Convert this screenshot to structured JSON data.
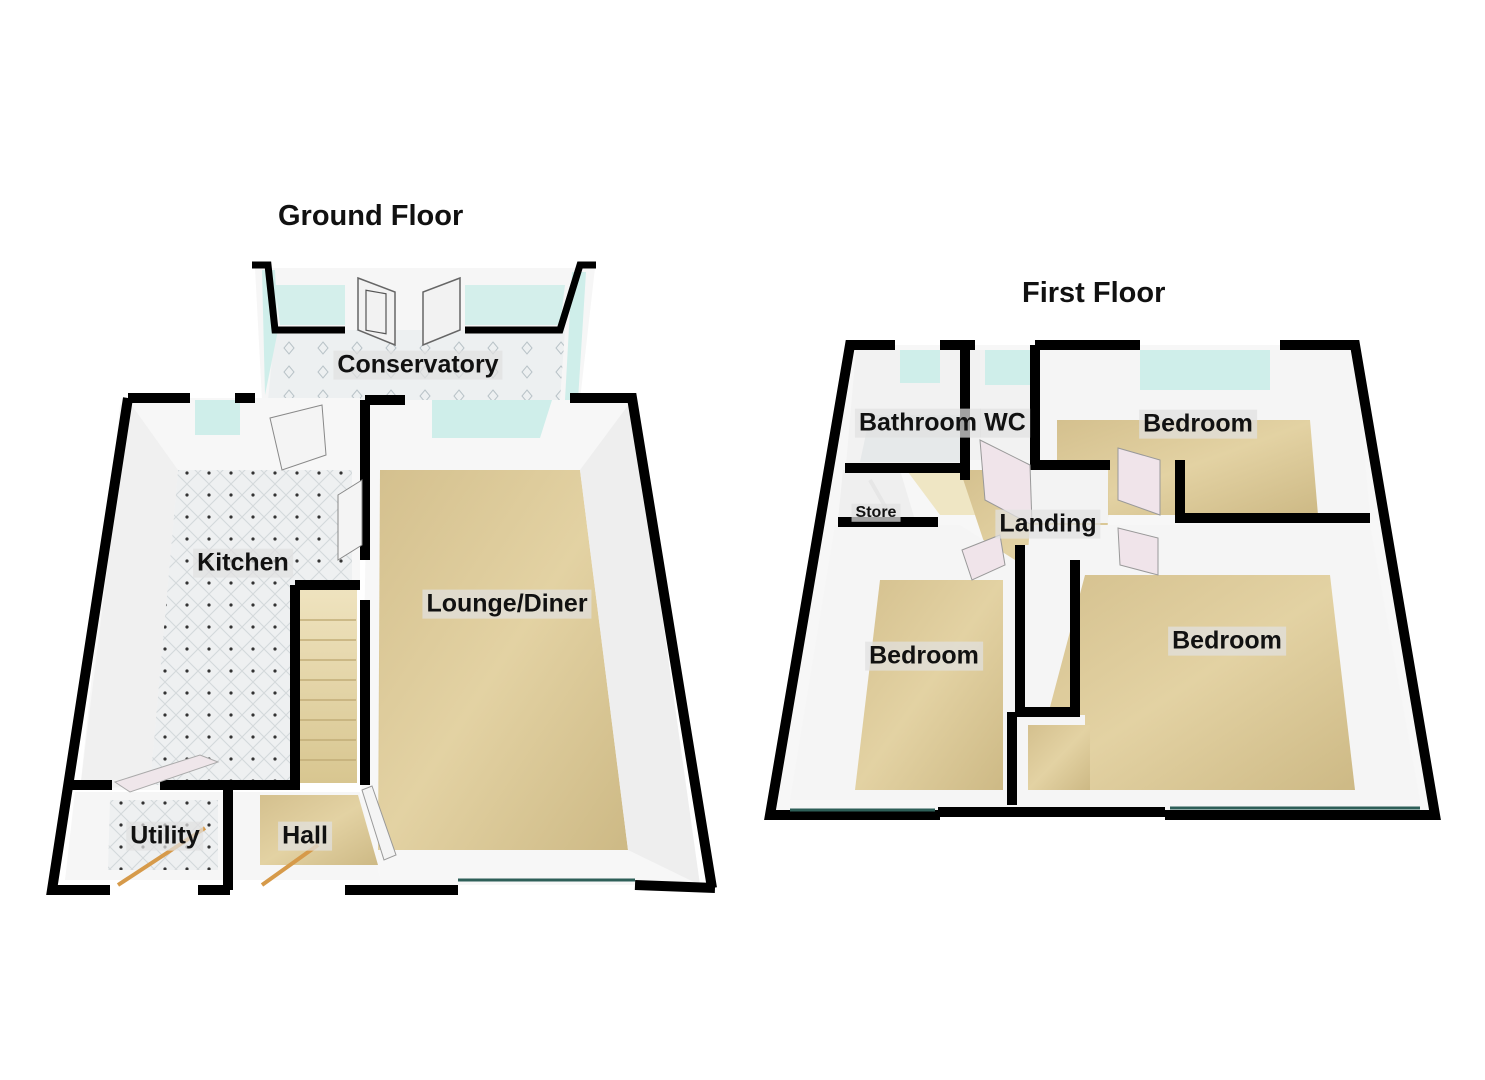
{
  "floors": [
    {
      "title": "Ground Floor",
      "rooms": [
        {
          "name": "Conservatory"
        },
        {
          "name": "Kitchen"
        },
        {
          "name": "Lounge/Diner"
        },
        {
          "name": "Utility"
        },
        {
          "name": "Hall"
        }
      ]
    },
    {
      "title": "First Floor",
      "rooms": [
        {
          "name": "Bathroom"
        },
        {
          "name": "WC"
        },
        {
          "name": "Bedroom"
        },
        {
          "name": "Store"
        },
        {
          "name": "Landing"
        },
        {
          "name": "Bedroom"
        },
        {
          "name": "Bedroom"
        }
      ]
    }
  ],
  "colors": {
    "wall": "#000000",
    "carpet": "#d9c79a",
    "tile": "#e8ecee",
    "glass": "#cfeeea",
    "inner_wall": "#f4f4f4"
  }
}
